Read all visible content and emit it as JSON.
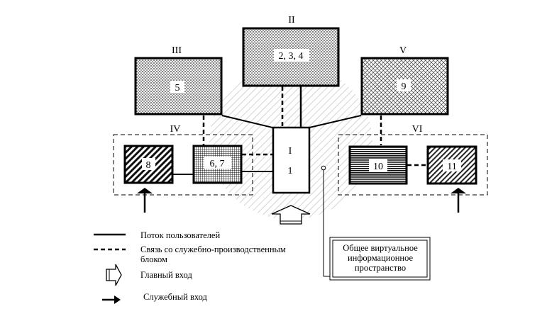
{
  "blocks": {
    "b1": {
      "roman": "I",
      "number": "1"
    },
    "b2": {
      "roman": "II",
      "number": "2, 3, 4"
    },
    "b3": {
      "roman": "III",
      "number": "5"
    },
    "b4": {
      "roman": "IV"
    },
    "b5": {
      "roman": "V",
      "number": "9"
    },
    "b6": {
      "roman": "VI"
    },
    "b8": {
      "number": "8"
    },
    "b67": {
      "number": "6, 7"
    },
    "b10": {
      "number": "10"
    },
    "b11": {
      "number": "11"
    }
  },
  "space_box": {
    "line1": "Общее виртуальное",
    "line2": "информационное",
    "line3": "пространство"
  },
  "legend": {
    "user_flow": "Поток пользователей",
    "service_link_line1": "Связь со служебно-производственным",
    "service_link_line2": "блоком",
    "main_entrance": "Главный вход",
    "service_entrance": "Служебный вход"
  }
}
